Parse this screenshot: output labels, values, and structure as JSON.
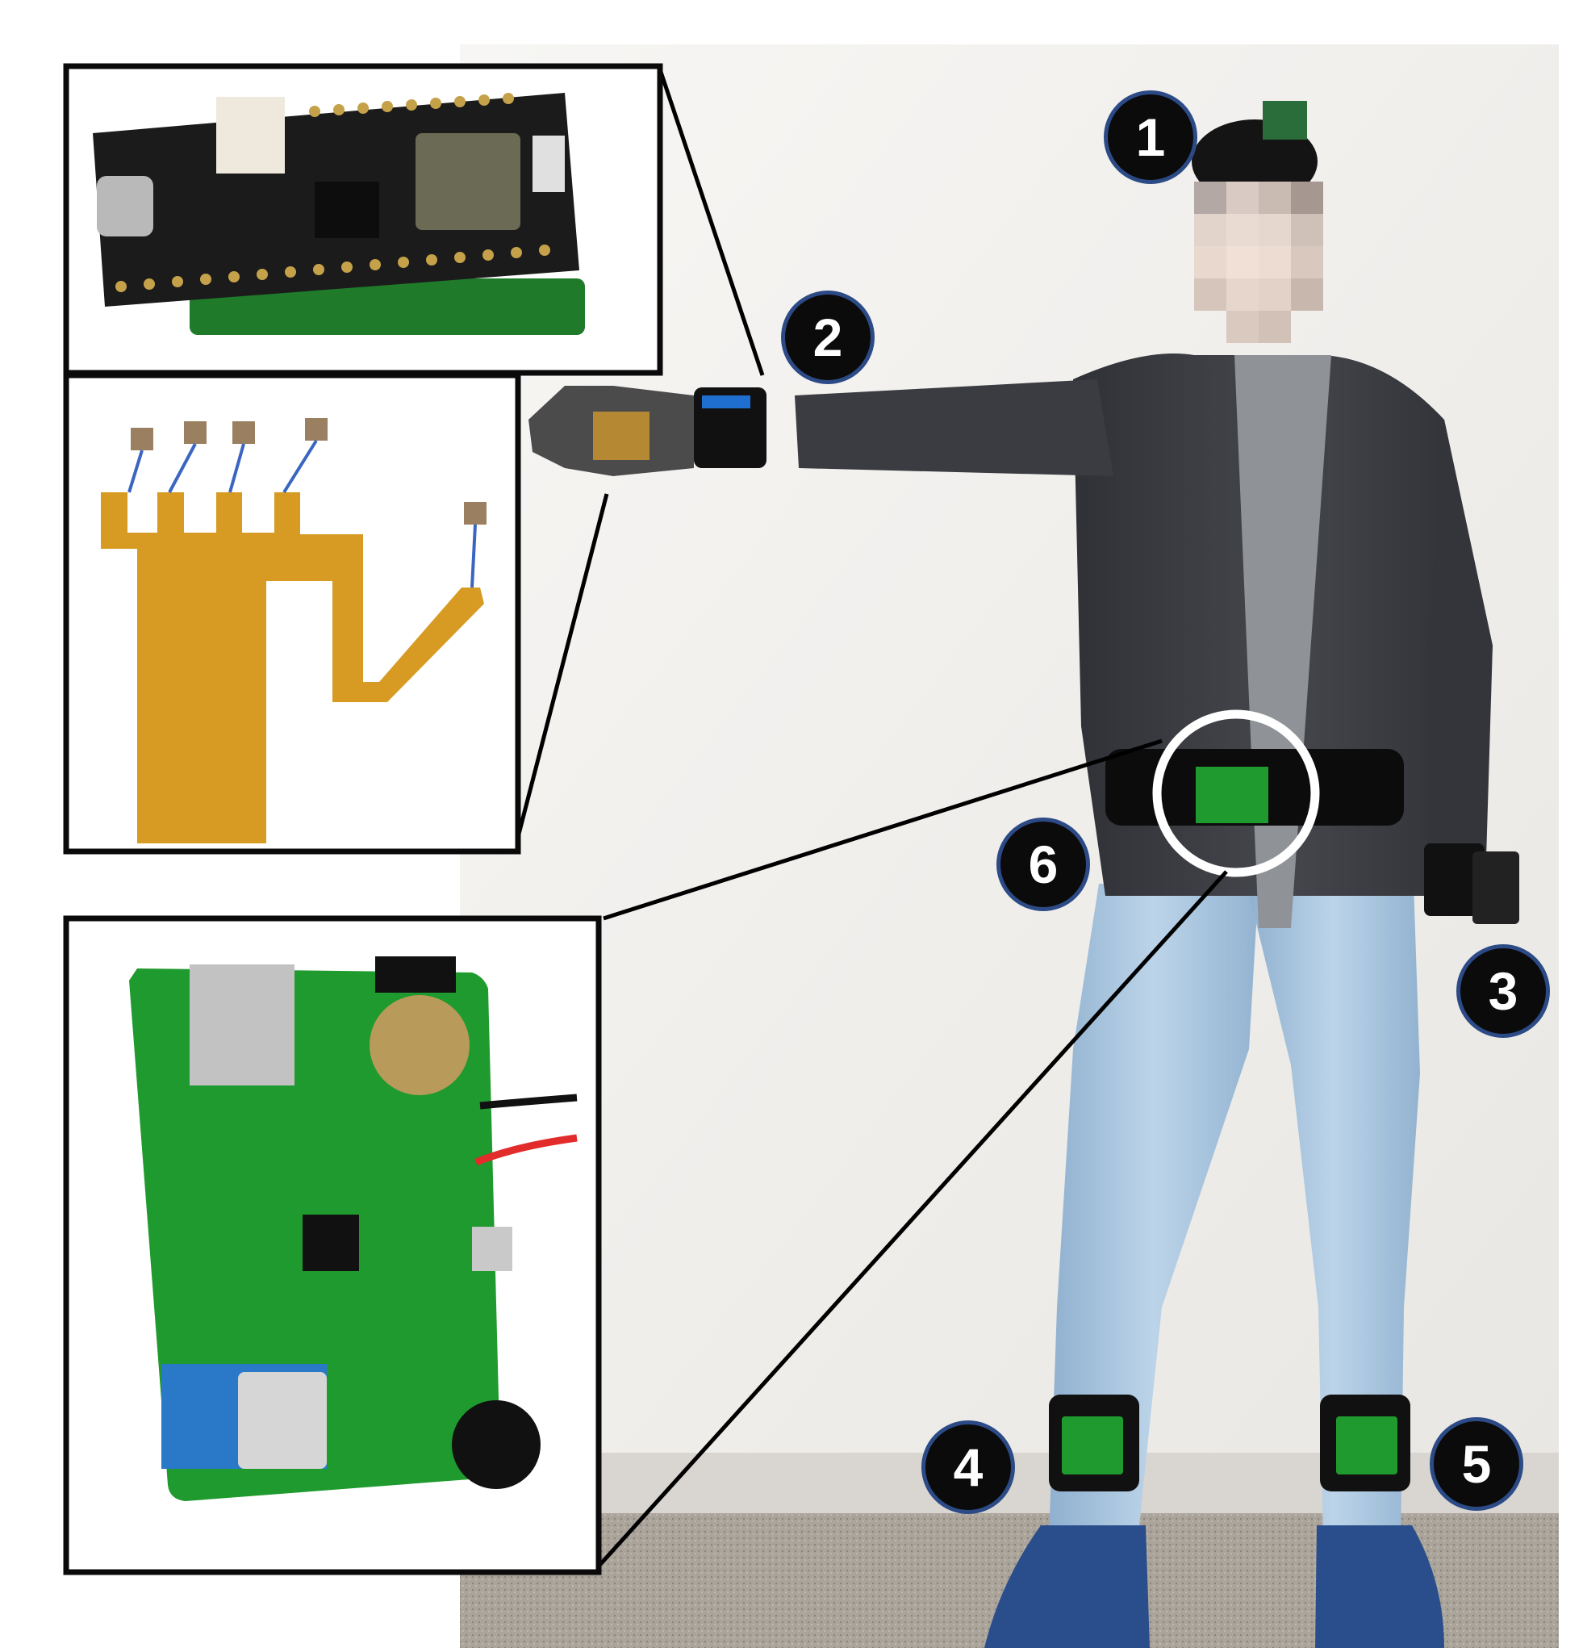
{
  "figure": {
    "badges": [
      {
        "id": "b1",
        "label": "1"
      },
      {
        "id": "b2",
        "label": "2"
      },
      {
        "id": "b3",
        "label": "3"
      },
      {
        "id": "b4",
        "label": "4"
      },
      {
        "id": "b5",
        "label": "5"
      },
      {
        "id": "b6",
        "label": "6"
      }
    ]
  },
  "colors": {
    "badge_fill": "#0b0b0b",
    "badge_border": "#2c4a86",
    "badge_text": "#ffffff",
    "wall": "#f2f1ef",
    "floor": "#a9a39a",
    "jacket": "#3a3c41",
    "shirt": "#8f9296",
    "jeans": "#a9c6df",
    "shoes": "#2a4e8c",
    "pcb_black": "#1b1b1b",
    "pcb_green": "#1f9a2e",
    "flex_pcb": "#d79a22",
    "inset_border": "#0a0a0a"
  }
}
